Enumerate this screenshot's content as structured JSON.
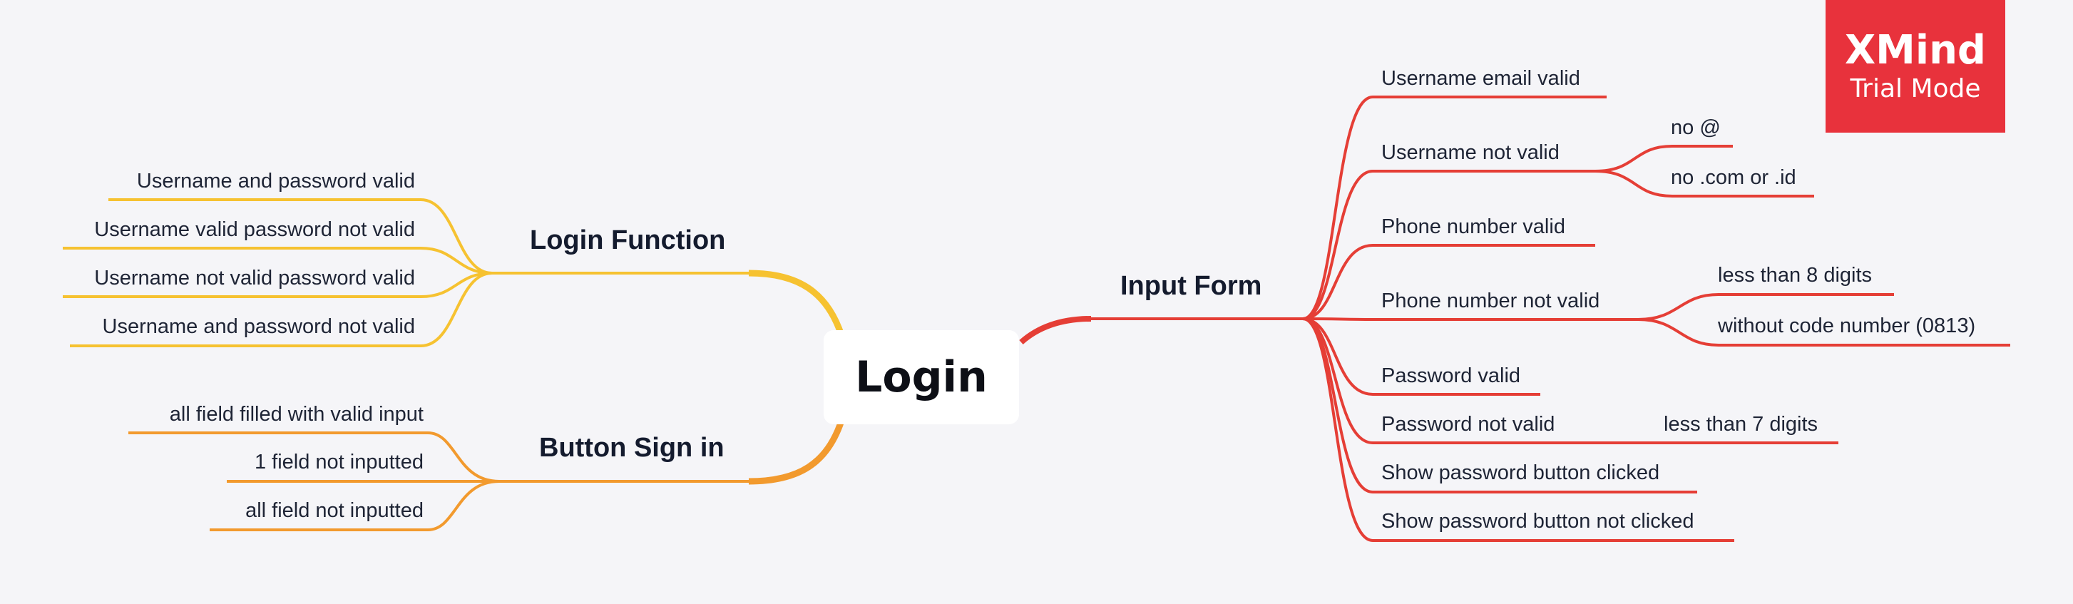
{
  "root": {
    "label": "Login"
  },
  "watermark": {
    "title": "XMind",
    "subtitle": "Trial Mode"
  },
  "colors": {
    "background": "#f5f5f8",
    "yellow": "#f6c231",
    "orange": "#f29a2e",
    "red": "#e53e36",
    "watermark": "#e8323c"
  },
  "branches": {
    "login_function": {
      "label": "Login Function",
      "children": [
        {
          "label": "Username and password valid"
        },
        {
          "label": "Username valid password not valid"
        },
        {
          "label": "Username not valid password valid"
        },
        {
          "label": "Username and password not valid"
        }
      ]
    },
    "button_sign_in": {
      "label": "Button Sign in",
      "children": [
        {
          "label": "all field filled with valid input"
        },
        {
          "label": "1 field not inputted"
        },
        {
          "label": "all field not inputted"
        }
      ]
    },
    "input_form": {
      "label": "Input Form",
      "children": [
        {
          "label": "Username email valid",
          "children": []
        },
        {
          "label": "Username not valid",
          "children": [
            {
              "label": "no @"
            },
            {
              "label": "no .com or .id"
            }
          ]
        },
        {
          "label": "Phone number valid",
          "children": []
        },
        {
          "label": "Phone number not valid",
          "children": [
            {
              "label": "less than 8 digits"
            },
            {
              "label": "without code number (0813)"
            }
          ]
        },
        {
          "label": "Password valid",
          "children": []
        },
        {
          "label": "Password not valid",
          "children": [
            {
              "label": "less than 7 digits"
            }
          ]
        },
        {
          "label": "Show password button clicked",
          "children": []
        },
        {
          "label": "Show password button not clicked",
          "children": []
        }
      ]
    }
  }
}
